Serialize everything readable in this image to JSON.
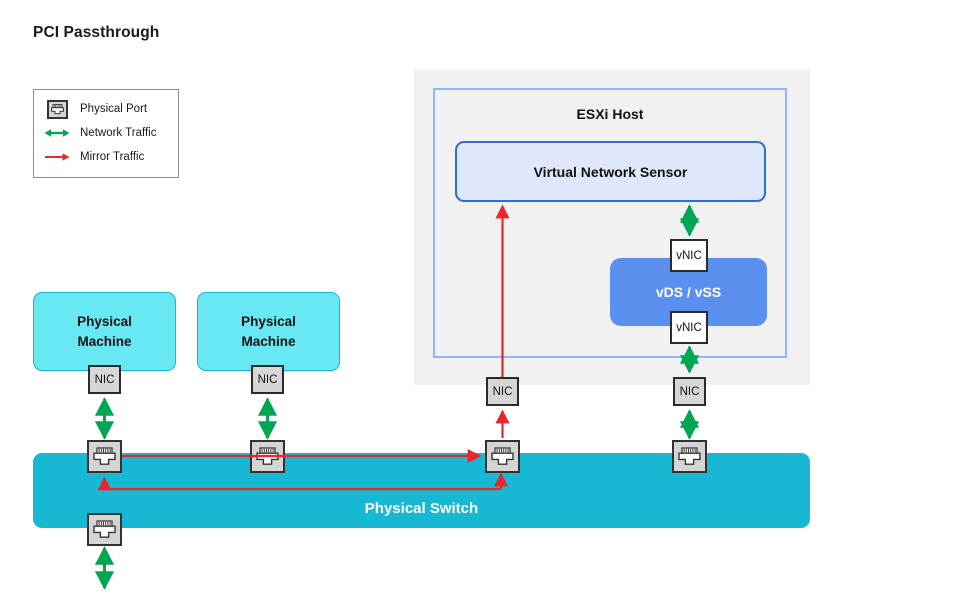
{
  "page": {
    "title": "PCI Passthrough",
    "background": "#ffffff"
  },
  "colors": {
    "network_traffic": "#00a651",
    "mirror_traffic": "#e8262d",
    "physical_switch": "#17b8d4",
    "physical_machine": "#68e8f2",
    "physical_machine_border": "#17b5cf",
    "vds_vss": "#5b8ff0",
    "virtual_network_sensor_fill": "#dfe7fa",
    "virtual_network_sensor_border": "#2d6fd1",
    "esxi_outer_fill": "#f1f1f1",
    "esxi_inner_border": "#92b5f5",
    "nic_fill": "#d6d6d6",
    "port_fill": "#d4d4d4",
    "box_border": "#2b2b2b"
  },
  "legend": {
    "items": [
      {
        "label": "Physical Port",
        "icon": "rj45-port-icon",
        "kind": "icon"
      },
      {
        "label": "Network Traffic",
        "icon": "double-arrow-icon",
        "kind": "arrow-double",
        "color": "#00a651"
      },
      {
        "label": "Mirror Traffic",
        "icon": "single-arrow-icon",
        "kind": "arrow-single",
        "color": "#e8262d"
      }
    ]
  },
  "esxi": {
    "title": "ESXi Host",
    "virtual_network_sensor": "Virtual Network Sensor",
    "vds_vss": "vDS / vSS",
    "vnic_top": "vNIC",
    "vnic_bottom": "vNIC"
  },
  "machines": [
    {
      "line1": "Physical",
      "line2": "Machine",
      "nic": "NIC"
    },
    {
      "line1": "Physical",
      "line2": "Machine",
      "nic": "NIC"
    }
  ],
  "nics": {
    "mirror_nic": "NIC",
    "host_nic": "NIC"
  },
  "switch": {
    "label": "Physical Switch",
    "ports": [
      {
        "name": "port-machine-1"
      },
      {
        "name": "port-machine-2"
      },
      {
        "name": "port-mirror-destination"
      },
      {
        "name": "port-esxi-uplink"
      },
      {
        "name": "port-downlink"
      }
    ]
  }
}
